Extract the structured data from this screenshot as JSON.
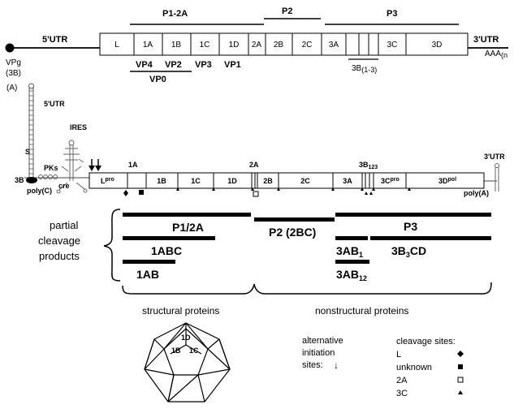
{
  "top_genome": {
    "groups": {
      "p12a": "P1-2A",
      "p2": "P2",
      "p3": "P3"
    },
    "utr5": "5'UTR",
    "utr3": "3'UTR",
    "polyA": "AAA",
    "polyA_sub": "(n",
    "vpg": "VPg",
    "vpg_sub": "(3B)",
    "segments": [
      "L",
      "1A",
      "1B",
      "1C",
      "1D",
      "2A",
      "2B",
      "2C",
      "3A",
      "3C",
      "3D"
    ],
    "vp_labels": [
      "VP4",
      "VP2",
      "VP3",
      "VP1"
    ],
    "vp0": "VP0",
    "three_b": "3B",
    "three_b_sub": "(1-3)"
  },
  "panel_a": {
    "label": "(A)",
    "utr5": "5'UTR",
    "s": "S",
    "ires": "IRES",
    "pks": "PKs",
    "cre": "cre",
    "three_b": "3B",
    "polyC": "poly(C)",
    "utr3": "3'UTR",
    "polyA": "poly(A)",
    "segments": {
      "lpro": "L",
      "lpro_sup": "pro",
      "b1": "1B",
      "c1": "1C",
      "d1": "1D",
      "b2": "2B",
      "c2": "2C",
      "a3": "3A",
      "c3": "3C",
      "c3_sup": "pro",
      "d3": "3D",
      "d3_sup": "pol"
    },
    "above": {
      "a1": "1A",
      "a2": "2A",
      "b3": "3B",
      "b3_sub": "123"
    }
  },
  "partial": {
    "label_lines": [
      "partial",
      "cleavage",
      "products"
    ],
    "p12a": "P1/2A",
    "abc": "1ABC",
    "ab": "1AB",
    "p2": "P2 (2BC)",
    "p3": "P3",
    "ab1": "3AB",
    "ab1_sub": "1",
    "b3cd": "3B",
    "b3cd_sub": "3",
    "b3cd_end": "CD",
    "ab12": "3AB",
    "ab12_sub": "12"
  },
  "categories": {
    "structural": "structural proteins",
    "nonstructural": "nonstructural proteins"
  },
  "capsid": {
    "d": "1D",
    "b": "1B",
    "c": "1C"
  },
  "legend": {
    "alt_lines": [
      "alternative",
      "initiation",
      "sites:"
    ],
    "alt_symbol": "↓",
    "cleavage_title": "cleavage sites:",
    "items": [
      {
        "label": "L",
        "symbol": "diamond"
      },
      {
        "label": "unknown",
        "symbol": "filled-square"
      },
      {
        "label": "2A",
        "symbol": "open-square"
      },
      {
        "label": "3C",
        "symbol": "triangle"
      }
    ]
  }
}
